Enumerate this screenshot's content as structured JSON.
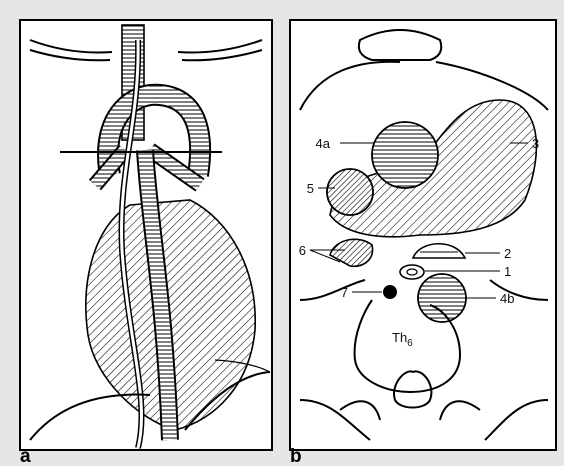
{
  "panels": {
    "a": {
      "label": "a"
    },
    "b": {
      "label": "b",
      "callouts": [
        "1",
        "2",
        "3",
        "4a",
        "4b",
        "5",
        "6",
        "7"
      ],
      "vertebra_label": "Th",
      "vertebra_subscript": "6"
    }
  }
}
